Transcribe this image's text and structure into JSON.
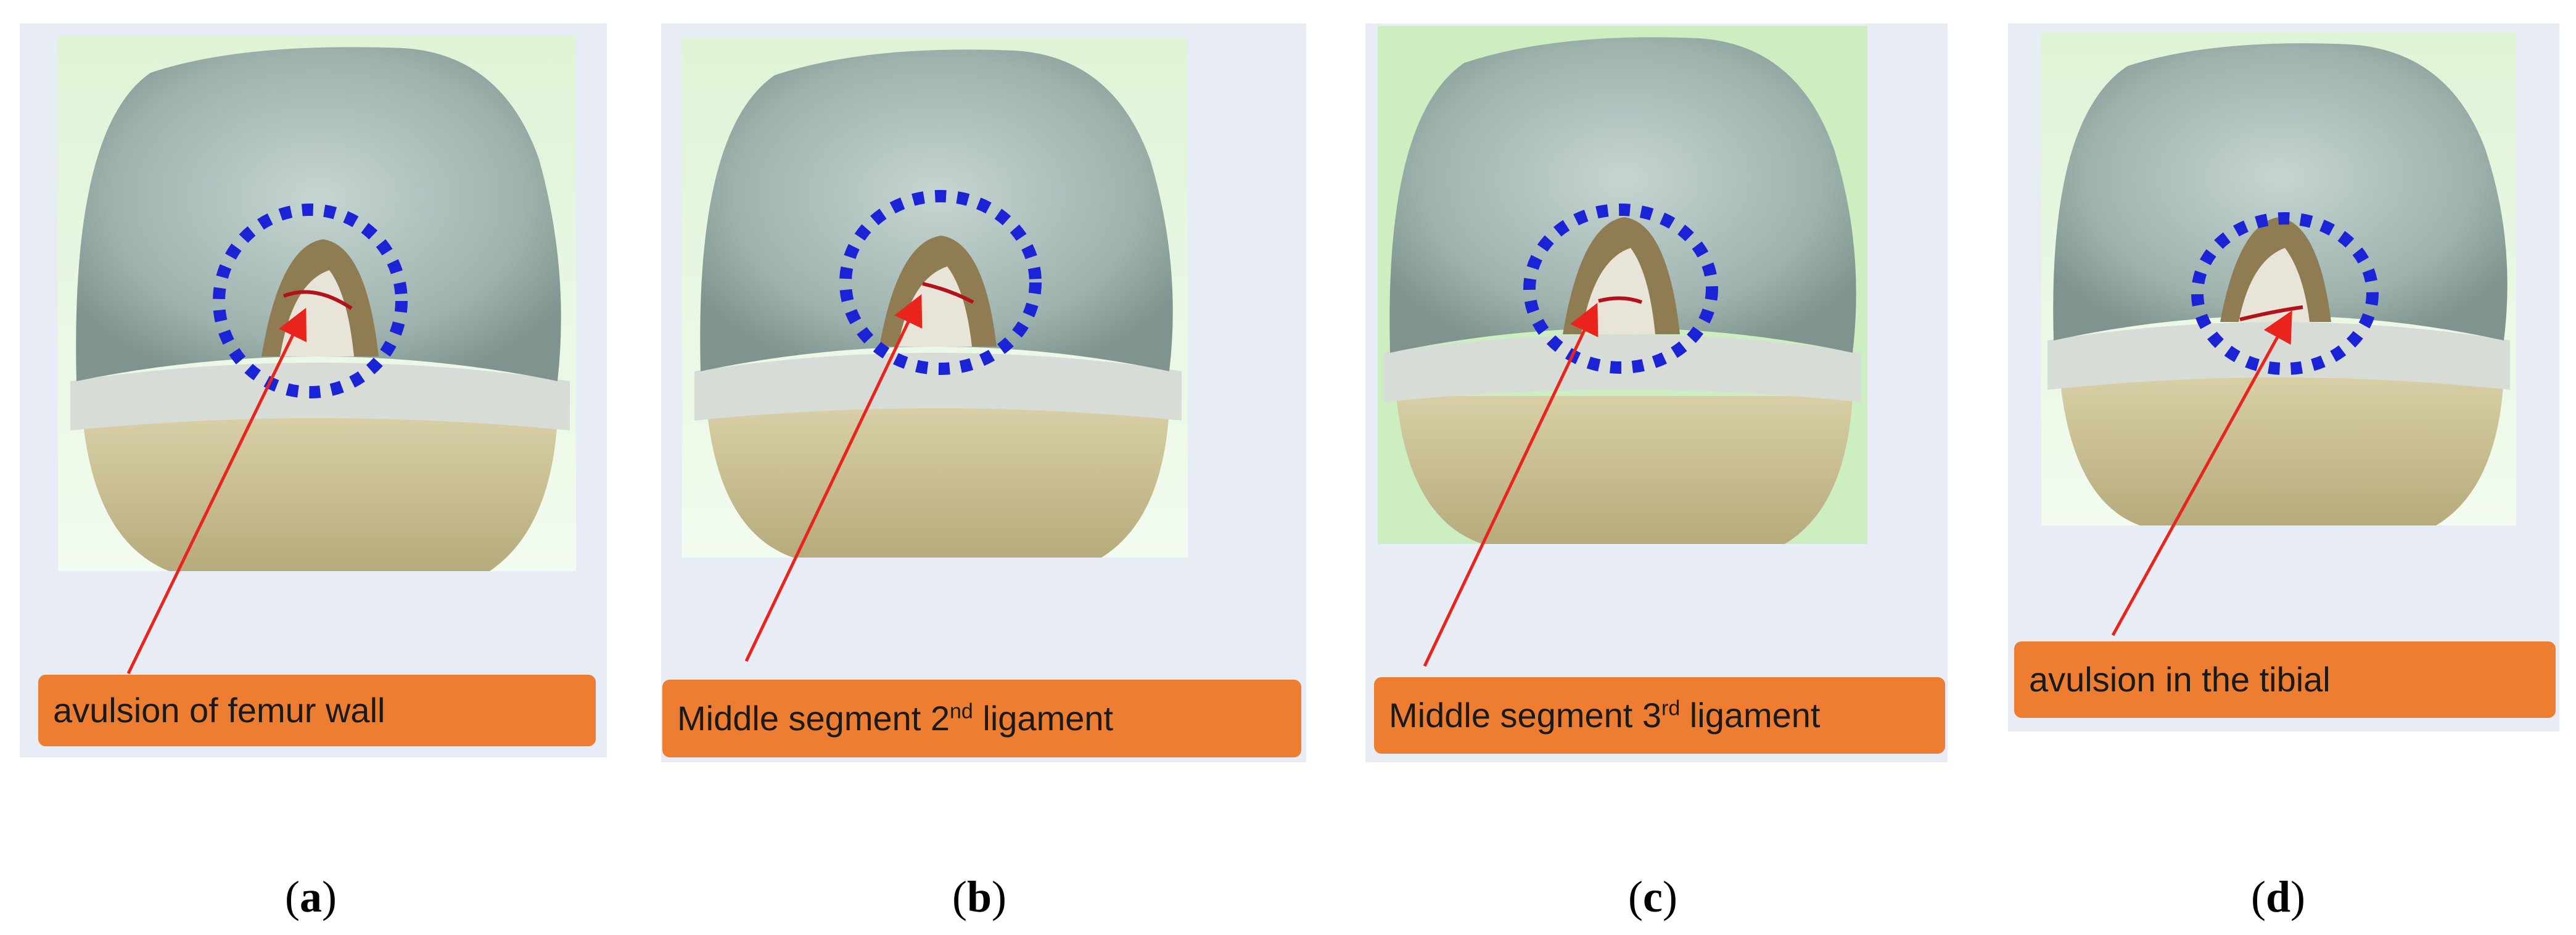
{
  "panels": [
    {
      "letter": "a",
      "callout": {
        "before": "avulsion of femur wall",
        "sup": "",
        "after": ""
      }
    },
    {
      "letter": "b",
      "callout": {
        "before": "Middle segment 2",
        "sup": "nd",
        "after": " ligament"
      }
    },
    {
      "letter": "c",
      "callout": {
        "before": "Middle segment 3",
        "sup": "rd",
        "after": " ligament"
      }
    },
    {
      "letter": "d",
      "callout": {
        "before": "avulsion in the tibial",
        "sup": "",
        "after": ""
      }
    }
  ],
  "colors": {
    "panel_bg": "#e8ecf5",
    "callout_fill": "#ed7d31",
    "arrow": "#e8241c",
    "dotted_ring": "#1a23d6",
    "cartilage": "#a9bdb9",
    "bone": "#c9bf94",
    "art_bg": "#e4f5dc"
  }
}
